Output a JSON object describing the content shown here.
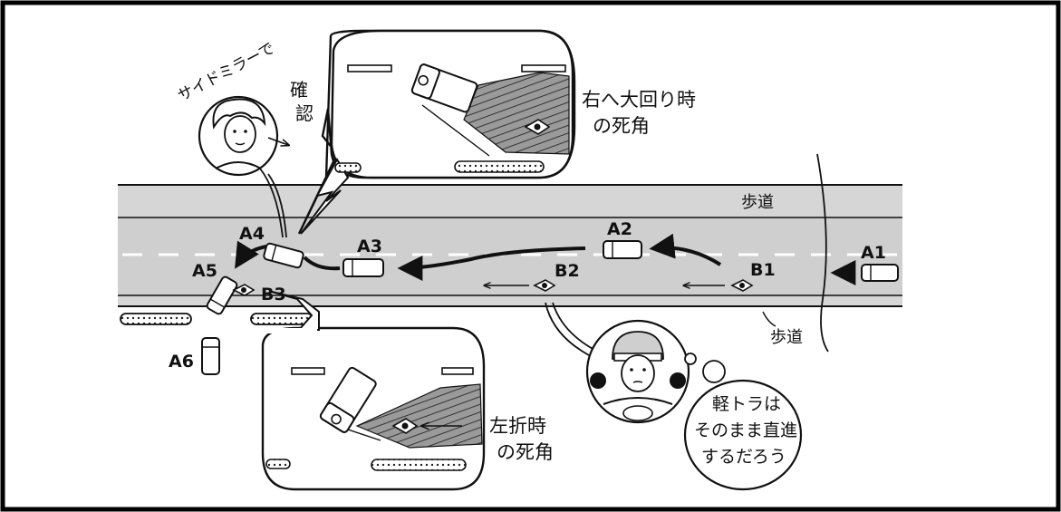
{
  "labels": {
    "sidewalk_top": "歩道",
    "sidewalk_bottom": "歩道",
    "mirror_check_1": "サイドミラーで",
    "mirror_check_2": "確",
    "mirror_check_3": "認",
    "right_blind_1": "右へ大回り時",
    "right_blind_2": "の死角",
    "left_blind_1": "左折時",
    "left_blind_2": "の死角",
    "thought_1": "軽トラは",
    "thought_2": "そのまま直進",
    "thought_3": "するだろう"
  },
  "vehicles": {
    "a1": "A1",
    "a2": "A2",
    "a3": "A3",
    "a4": "A4",
    "a5": "A5",
    "a6": "A6",
    "b1": "B1",
    "b2": "B2",
    "b3": "B3"
  },
  "colors": {
    "ink": "#111111",
    "road": "#d4d4d4",
    "shade": "#8a8a8a",
    "paper": "#ffffff"
  }
}
